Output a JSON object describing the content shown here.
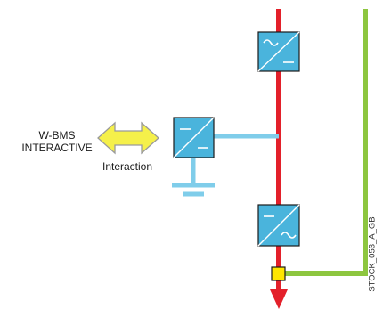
{
  "labels": {
    "wbms_line1": "W-BMS",
    "wbms_line2": "INTERACTIVE",
    "interaction": "Interaction",
    "figure_code": "STOCK_053_A_GB"
  },
  "colors": {
    "ac_line": "#e3202a",
    "bypass_line": "#8dc63f",
    "dc_link": "#7fcdea",
    "converter_fill": "#4ab4dc",
    "converter_border": "#1a1a1a",
    "arrow_fill": "#f5f04a",
    "arrow_stroke": "#9a9a9a",
    "switch_fill": "#ffe600"
  },
  "icons": {
    "top_converter": "ac-dc-converter-icon",
    "battery_converter": "dc-dc-converter-icon",
    "bottom_converter": "dc-ac-converter-icon",
    "ground": "ground-symbol-icon",
    "switch": "static-switch-icon",
    "arrow": "double-headed-arrow-icon"
  }
}
